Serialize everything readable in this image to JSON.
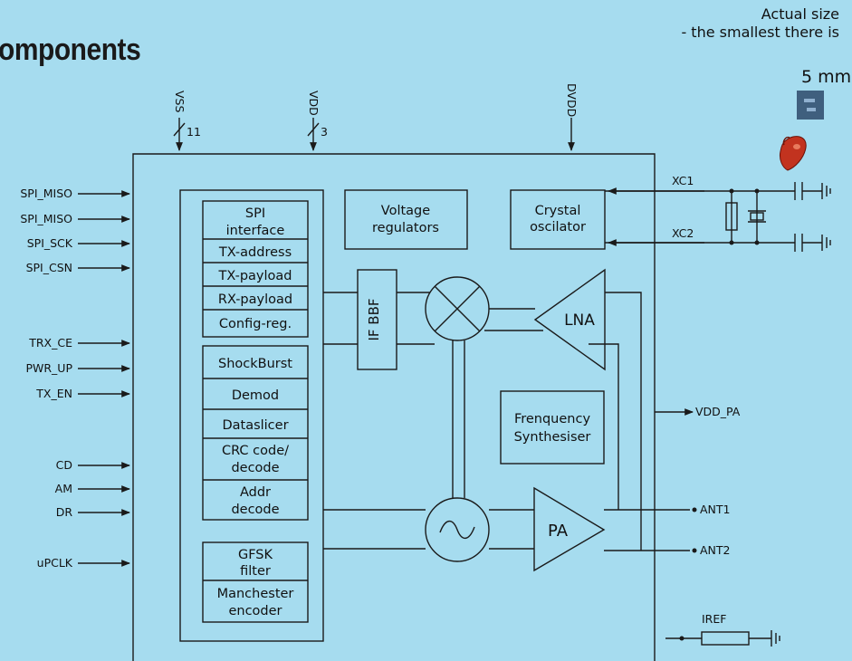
{
  "title": "omponents",
  "note": {
    "line1": "Actual size",
    "line2": "- the smallest there is"
  },
  "chip_size_label": "5 mm",
  "power_pins": [
    {
      "name": "VSS",
      "bus_width": "11"
    },
    {
      "name": "VDD",
      "bus_width": "3"
    },
    {
      "name": "DVDD",
      "bus_width": ""
    }
  ],
  "left_pins": [
    "SPI_MISO",
    "SPI_MISO",
    "SPI_SCK",
    "SPI_CSN",
    "TRX_CE",
    "PWR_UP",
    "TX_EN",
    "CD",
    "AM",
    "DR",
    "uPCLK"
  ],
  "right_pins": {
    "xc1": "XC1",
    "xc2": "XC2",
    "vdd_pa": "VDD_PA",
    "ant1": "ANT1",
    "ant2": "ANT2",
    "iref": "IREF"
  },
  "blocks": {
    "spi_interface": [
      "SPI",
      "interface"
    ],
    "tx_address": "TX-address",
    "tx_payload": "TX-payload",
    "rx_payload": "RX-payload",
    "config_reg": "Config-reg.",
    "shockburst": "ShockBurst",
    "demod": "Demod",
    "dataslicer": "Dataslicer",
    "crc": [
      "CRC code/",
      "decode"
    ],
    "addr": [
      "Addr",
      "decode"
    ],
    "gfsk": [
      "GFSK",
      "filter"
    ],
    "manchester": [
      "Manchester",
      "encoder"
    ],
    "voltage_regulators": [
      "Voltage",
      "regulators"
    ],
    "crystal_oscillator": [
      "Crystal",
      "oscilator"
    ],
    "if_bbf": "IF BBF",
    "lna": "LNA",
    "pa": "PA",
    "frequency_synthesiser": [
      "Frenquency",
      "Synthesiser"
    ]
  },
  "colors": {
    "background": "#a6dcef",
    "line": "#1a1a1a",
    "chip": "#3f5f7e"
  }
}
